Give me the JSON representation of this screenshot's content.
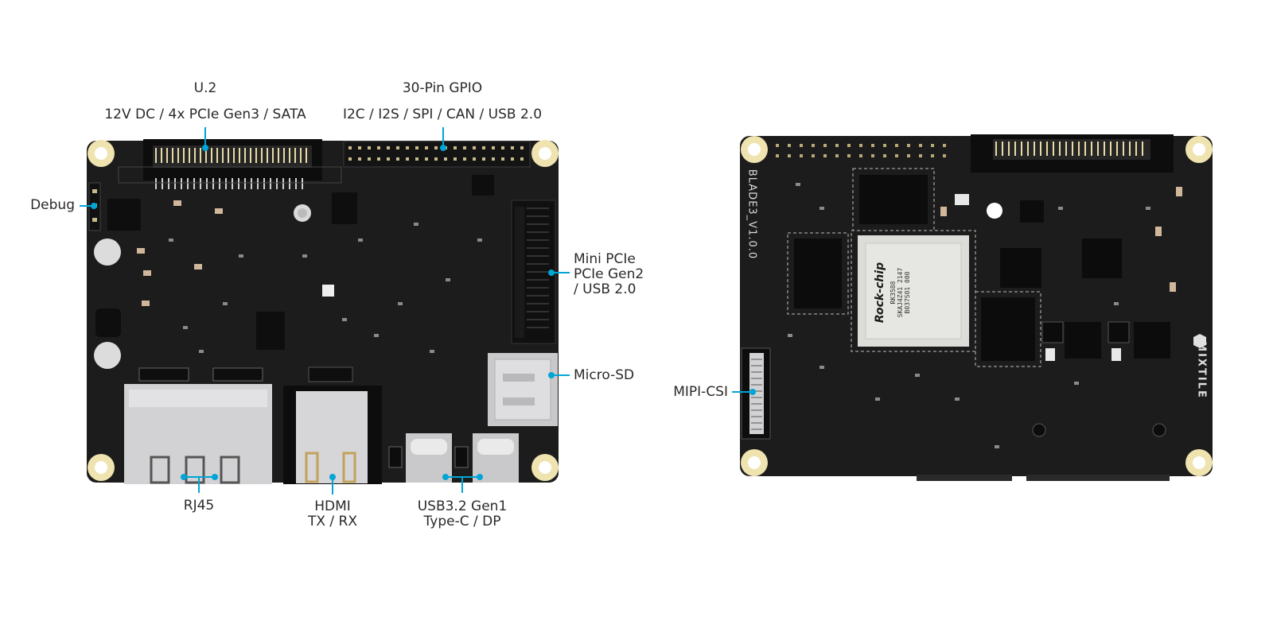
{
  "colors": {
    "pcb": "#1c1c1c",
    "pcb_edge": "#111111",
    "pad_gold": "#efe3b0",
    "metal": "#d2d2d4",
    "leader": "#00a5d6",
    "text": "#2a2a2a"
  },
  "front": {
    "labels": {
      "u2_title": "U.2",
      "u2_desc": "12V DC / 4x PCIe Gen3 / SATA",
      "gpio_title": "30-Pin GPIO",
      "gpio_desc": "I2C / I2S / SPI / CAN / USB 2.0",
      "debug": "Debug",
      "mini_pcie_1": "Mini PCIe",
      "mini_pcie_2": "PCIe Gen2",
      "mini_pcie_3": "/ USB 2.0",
      "micro_sd": "Micro-SD",
      "rj45": "RJ45",
      "hdmi_1": "HDMI",
      "hdmi_2": "TX / RX",
      "usb_1": "USB3.2 Gen1",
      "usb_2": "Type-C / DP"
    }
  },
  "back": {
    "silkscreen": "BLADE3_V1.0.0",
    "brand": "MIXTILE",
    "chip_brand": "Rock-chip",
    "chip_line1": "RK3588",
    "chip_line2": "SKAJ4Z41 2147",
    "chip_line3": "B037S01 000",
    "labels": {
      "mipi_csi": "MIPI-CSI"
    }
  }
}
